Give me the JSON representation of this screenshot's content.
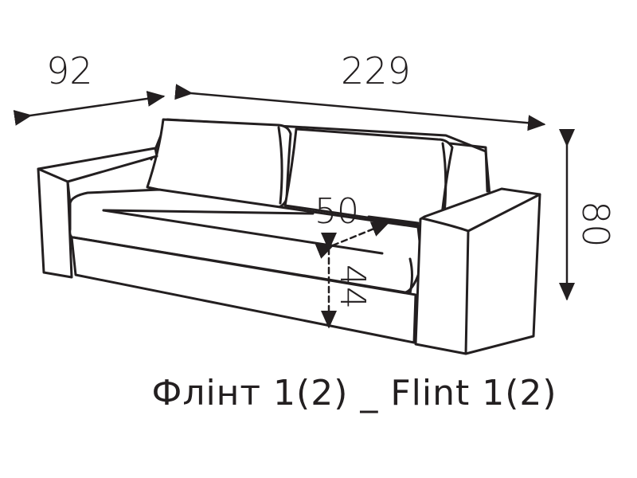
{
  "dimensions": {
    "depth": "92",
    "width": "229",
    "height": "80",
    "seat_depth": "50",
    "seat_height": "44"
  },
  "caption": "Флінт 1(2) _ Flint 1(2)",
  "line_color": "#231f20"
}
